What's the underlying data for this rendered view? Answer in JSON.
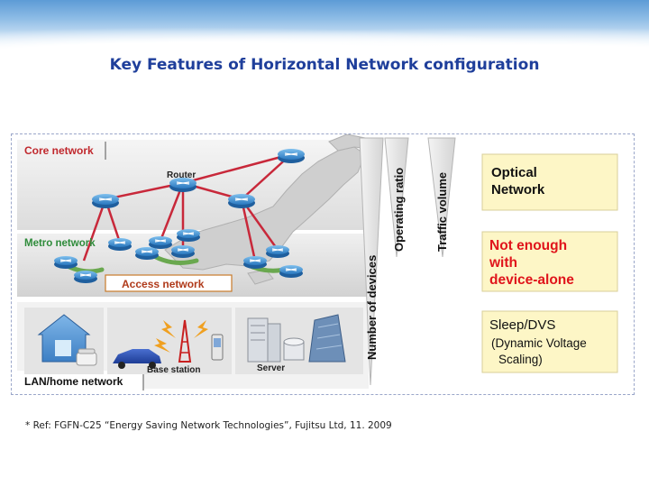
{
  "title": "Key Features of Horizontal Network configuration",
  "layers": {
    "core": "Core network",
    "metro": "Metro network",
    "access": "Access network",
    "lan": "LAN/home network"
  },
  "device_labels": {
    "router": "Router",
    "base_station": "Base station",
    "server": "Server"
  },
  "metrics": {
    "devices": "Number of devices",
    "operating": "Operating ratio",
    "traffic": "Traffic volume"
  },
  "notes": {
    "optical_line1": "Optical",
    "optical_line2": "Network",
    "notenough_line1": "Not enough",
    "notenough_line2": "with",
    "notenough_line3": "device-alone",
    "sleep_line1": "Sleep/DVS",
    "sleep_line2": "(Dynamic Voltage",
    "sleep_line3": "Scaling)"
  },
  "reference": "* Ref: FGFN-C25 “Energy Saving Network Technologies”, Fujitsu Ltd, 11. 2009",
  "colors": {
    "title": "#1f3f9b",
    "core_label": "#c0282d",
    "metro_label": "#2e8b3a",
    "not_enough": "#e0141b",
    "note_bg": "#fdf6c6",
    "link_red": "#c8283a",
    "router": "#3a8fd0",
    "wedge": "#e6e6e6"
  }
}
